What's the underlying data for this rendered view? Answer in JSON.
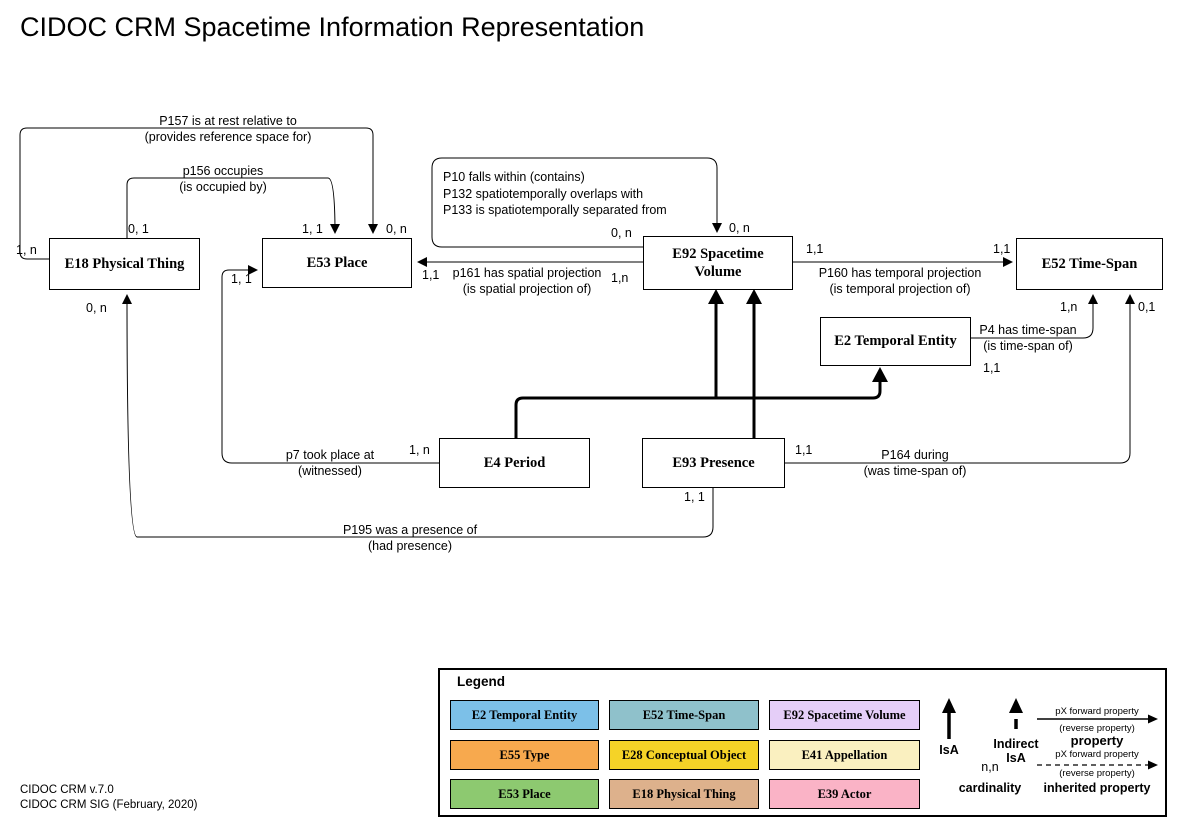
{
  "title": "CIDOC CRM Spacetime Information Representation",
  "footer": {
    "line1": "CIDOC CRM v.7.0",
    "line2": "CIDOC CRM SIG (February, 2020)"
  },
  "entities": {
    "e18": {
      "label": "E18 Physical Thing",
      "color": "#DDB18C"
    },
    "e53": {
      "label": "E53 Place",
      "color": "#8DC970"
    },
    "e92": {
      "label": "E92 Spacetime Volume",
      "color": "#E5CEF8"
    },
    "e52": {
      "label": "E52 Time-Span",
      "color": "#8FC1CB"
    },
    "e2": {
      "label": "E2 Temporal Entity",
      "color": "#7CC0E8"
    },
    "e4": {
      "label": "E4 Period",
      "color": "#7CC0E8"
    },
    "e93": {
      "label": "E93 Presence",
      "color": "#E5CEF8"
    }
  },
  "properties": {
    "p157": {
      "forward": "P157  is at rest relative to",
      "reverse": "(provides reference space for)"
    },
    "p156": {
      "forward": "p156 occupies",
      "reverse": "(is occupied by)"
    },
    "p10box": {
      "line1": "P10 falls within (contains)",
      "line2": "P132 spatiotemporally overlaps with",
      "line3": "P133 is spatiotemporally separated from"
    },
    "p161": {
      "forward": "p161 has spatial projection",
      "reverse": "(is spatial projection of)"
    },
    "p160": {
      "forward": "P160 has temporal projection",
      "reverse": "(is temporal projection of)"
    },
    "p4": {
      "forward": "P4 has time-span",
      "reverse": "(is time-span of)"
    },
    "p7": {
      "forward": "p7 took place at",
      "reverse": "(witnessed)"
    },
    "p164": {
      "forward": "P164 during",
      "reverse": "(was time-span of)"
    },
    "p195": {
      "forward": "P195 was a presence of",
      "reverse": "(had presence)"
    }
  },
  "cards": {
    "p157_e18": "1, n",
    "p157_e53": "0, n",
    "p156_e18": "0, 1",
    "p156_e53": "1, 1",
    "p10_left": "0, n",
    "p10_top": "0, n",
    "p161_e53": "1,1",
    "p161_e92": "1,n",
    "p160_e92": "1,1",
    "p160_e52": "1,1",
    "p4_e52": "1,n",
    "p4_e2": "1,1",
    "p164_e52": "0,1",
    "p164_e93": "1,1",
    "p7_e4": "1, n",
    "p7_e53": "1, 1",
    "p195_e93": "1, 1",
    "p195_e18": "0, n"
  },
  "legend": {
    "title": "Legend",
    "swatches": [
      {
        "label": "E2 Temporal Entity",
        "color": "#7CC0E8"
      },
      {
        "label": "E52 Time-Span",
        "color": "#8FC1CB"
      },
      {
        "label": "E92 Spacetime Volume",
        "color": "#E5CEF8"
      },
      {
        "label": "E55 Type",
        "color": "#F7A94E"
      },
      {
        "label": "E28 Conceptual Object",
        "color": "#F5D327"
      },
      {
        "label": "E41 Appellation",
        "color": "#FAF0C0"
      },
      {
        "label": "E53 Place",
        "color": "#8DC970"
      },
      {
        "label": "E18 Physical Thing",
        "color": "#DDB18C"
      },
      {
        "label": "E39 Actor",
        "color": "#FAB3C6"
      }
    ],
    "isa_label": "IsA",
    "indirect_line1": "Indirect",
    "indirect_line2": "IsA",
    "forward1": "pX forward property",
    "reverse1": "(reverse property)",
    "property_label": "property",
    "forward2": "pX forward property",
    "reverse2": "(reverse property)",
    "inherited_label": "inherited property",
    "cardinality_example": "n,n",
    "cardinality_label": "cardinality"
  },
  "colors": {
    "line": "#000000",
    "background": "#FFFFFF"
  }
}
